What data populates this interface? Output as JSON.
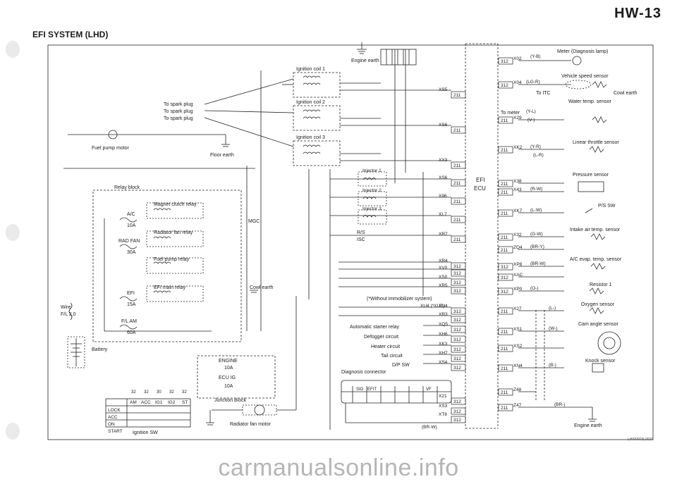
{
  "header": {
    "page_code": "HW-13",
    "section_title": "EFI SYSTEM (LHD)"
  },
  "doc_ref": "LHW0003L0020",
  "watermark": "carmanualsonline.info",
  "left_labels": {
    "spark1": "To spark plug",
    "spark2": "To spark plug",
    "spark3": "To spark plug",
    "fuel_pump_motor": "Fuel pump motor",
    "floor_earth": "Floor earth",
    "relay_block": "Relay block",
    "battery": "Battery",
    "wire": "Wire",
    "fl20": "F/L 2.0",
    "ignition_sw": "Ignition SW",
    "junction_block": "Junction Block",
    "radiator_fan_motor": "Radiator fan motor",
    "cowl_earth_mid": "Cowl earth",
    "mgc": "MGC"
  },
  "ignition": {
    "coil1": "Ignition coil 1",
    "coil2": "Ignition coil 2",
    "coil3": "Ignition coil 3",
    "engine_earth": "Engine earth"
  },
  "relays": {
    "magnet_clutch": "Magnet clutch relay",
    "radiator_fan": "Radiator fan relay",
    "fuel_pump": "Fuel pump relay",
    "efi_main": "EFI main relay"
  },
  "fuses": [
    {
      "name": "A/C",
      "amp": "10A"
    },
    {
      "name": "RAD FAN",
      "amp": "30A"
    },
    {
      "name": "EFI",
      "amp": "15A"
    },
    {
      "name": "F/L AM",
      "amp": "60A"
    }
  ],
  "ignition_table": {
    "cols": [
      "AM",
      "ACC",
      "IG1",
      "IG2",
      "ST"
    ],
    "pins": [
      "32",
      "32",
      "30",
      "32",
      "32"
    ],
    "rows": [
      "LOCK",
      "ACC",
      "ON",
      "START"
    ]
  },
  "injectors": [
    "Injector 1",
    "Injector 2",
    "Injector 3"
  ],
  "ecu": {
    "line1": "EFI",
    "line2": "ECU"
  },
  "mid_labels": {
    "isc": "ISC",
    "rs": "R/S",
    "without_immob": "(*Without immobilizer system)",
    "xu4": "XU4 (*XU7)",
    "auto_starter": "Automatic starter relay",
    "defogger": "Defogger circuit",
    "heater": "Heater circuit",
    "tail": "Tail circuit",
    "dp_sw": "D/P SW",
    "diag_connector": "Diagnosis connector",
    "sio": "SIO",
    "efit": "EFIT",
    "vf": "VF",
    "engine": "ENGINE",
    "engine_amp": "10A",
    "ecu_ig": "ECU IG",
    "ecu_ig_amp": "10A",
    "br_w": "(BR-W)"
  },
  "right_labels": {
    "meter": "Meter (Diagnosis lamp)",
    "vss": "Vehicle speed sensor",
    "to_tc": "To ITC",
    "cowl_earth": "Cowl earth",
    "water_temp": "Water temp. sensor",
    "to_meter": "To meter",
    "throttle": "Linear throttle sensor",
    "pressure": "Pressure sensor",
    "ps_sw": "P/S SW",
    "intake_temp": "Intake air temp. sensor",
    "ac_evap": "A/C evap. temp. sensor",
    "resistor1": "Resistor 1",
    "oxygen": "Oxygen sensor",
    "cam_angle": "Cam angle sensor",
    "knock": "Knock sensor",
    "engine_earth": "Engine earth"
  },
  "ecu_pins": [
    {
      "code": "XS5",
      "pin": "211"
    },
    {
      "code": "XS6",
      "pin": "211"
    },
    {
      "code": "XX3",
      "pin": "211"
    },
    {
      "code": "XS6",
      "pin": "211"
    },
    {
      "code": "X96",
      "pin": "211"
    },
    {
      "code": "XL7",
      "pin": "211"
    },
    {
      "code": "XR7",
      "pin": "211"
    },
    {
      "code": "XR4",
      "pin": "312"
    },
    {
      "code": "XV0",
      "pin": "312"
    },
    {
      "code": "XS0",
      "pin": "312"
    },
    {
      "code": "XR5",
      "pin": "312"
    },
    {
      "code": "XU4",
      "pin": "312"
    },
    {
      "code": "XR3",
      "pin": "312"
    },
    {
      "code": "XQ5",
      "pin": "312"
    },
    {
      "code": "XH6",
      "pin": "312"
    },
    {
      "code": "XK3",
      "pin": "312"
    },
    {
      "code": "XH7",
      "pin": "312"
    },
    {
      "code": "XS4",
      "pin": "312"
    },
    {
      "code": "X21",
      "pin": "312"
    },
    {
      "code": "XS3",
      "pin": "312"
    },
    {
      "code": "XT8",
      "pin": "312"
    }
  ],
  "right_pins": [
    {
      "code": "X02",
      "pin": "312"
    },
    {
      "code": "X04",
      "pin": "312"
    },
    {
      "code": "X29",
      "pin": "211"
    },
    {
      "code": "XK2",
      "pin": "211"
    },
    {
      "code": "X38",
      "pin": "211"
    },
    {
      "code": "X43",
      "pin": "211"
    },
    {
      "code": "XK7",
      "pin": "211"
    },
    {
      "code": "X32",
      "pin": "211"
    },
    {
      "code": "ZQ4",
      "pin": "211"
    },
    {
      "code": "XP8",
      "pin": "312"
    },
    {
      "code": "XAC",
      "pin": "312"
    },
    {
      "code": "XP0",
      "pin": "312"
    },
    {
      "code": "X27",
      "pin": "211"
    },
    {
      "code": "XS1",
      "pin": "211"
    },
    {
      "code": "XS2",
      "pin": "211"
    },
    {
      "code": "XN4",
      "pin": "211"
    },
    {
      "code": "Z48",
      "pin": "211"
    },
    {
      "code": "Z47",
      "pin": "211"
    }
  ],
  "wire_colors": {
    "yb": "(Y-B)",
    "lgr": "(LG-R)",
    "yl": "(Y-L)",
    "v": "(V-)",
    "yr": "(Y-R)",
    "lr": "(L-R)",
    "rw": "(R-W)",
    "lw": "(L-W)",
    "gw": "(G-W)",
    "bry": "(BR-Y)",
    "brw": "(BR-W)",
    "o": "(O-)",
    "l": "(L-)",
    "w": "(W-)",
    "b": "(B-)",
    "br": "(BR-)"
  }
}
